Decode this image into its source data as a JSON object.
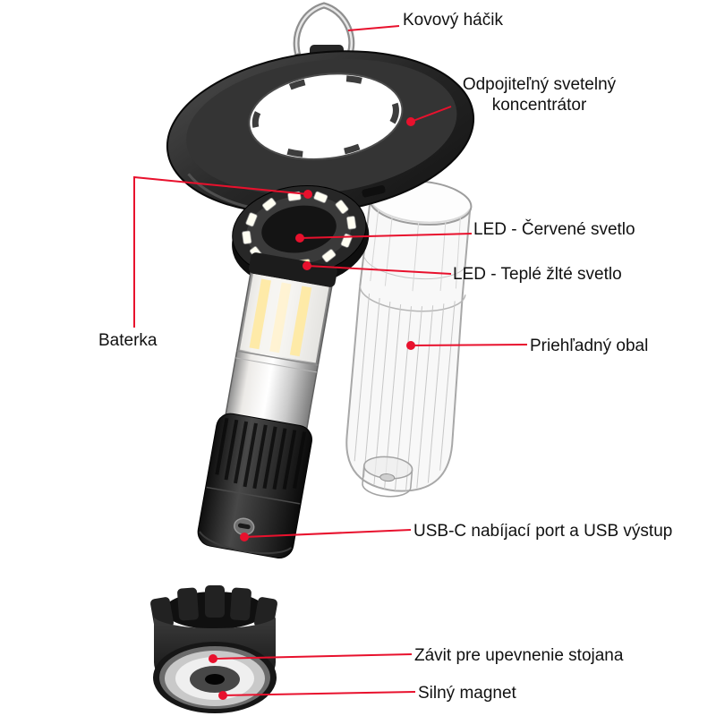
{
  "diagram": {
    "type": "product-callout-diagram",
    "colors": {
      "callout": "#e8112d",
      "text": "#111111",
      "background": "#ffffff"
    },
    "callouts": [
      {
        "id": "hook",
        "label": "Kovový háčik"
      },
      {
        "id": "concentrator",
        "label": "Odpojiteľný svetelný koncentrátor"
      },
      {
        "id": "led_red",
        "label": "LED - Červené svetlo"
      },
      {
        "id": "led_warm",
        "label": "LED - Teplé žlté svetlo"
      },
      {
        "id": "battery",
        "label": "Baterka"
      },
      {
        "id": "cover",
        "label": "Priehľadný obal"
      },
      {
        "id": "usb",
        "label": "USB-C nabíjací port a USB výstup"
      },
      {
        "id": "thread",
        "label": "Závit pre upevnenie stojana"
      },
      {
        "id": "magnet",
        "label": "Silný magnet"
      }
    ]
  }
}
